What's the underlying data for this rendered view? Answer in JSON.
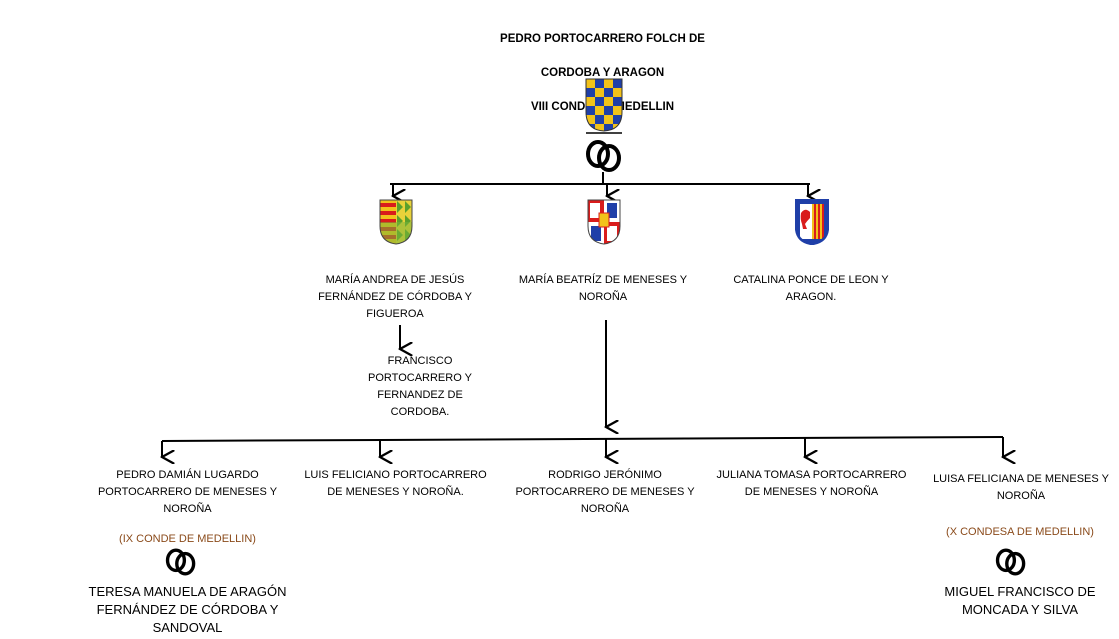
{
  "root": {
    "name_line1": "PEDRO PORTOCARRERO  FOLCH DE",
    "name_line2": "CORDOBA Y ARAGON",
    "title": "VIII CONDE DE MEDELLIN"
  },
  "daughters": [
    {
      "name": "MARÍA ANDREA DE JESÚS\nFERNÁNDEZ DE CÓRDOBA Y\nFIGUEROA"
    },
    {
      "name": "MARÍA BEATRÍZ DE MENESES  Y\nNOROÑA"
    },
    {
      "name": "CATALINA PONCE DE LEON Y\nARAGON."
    }
  ],
  "grandson": {
    "name": "FRANCISCO\nPORTOCARRERO Y\nFERNANDEZ DE\nCORDOBA."
  },
  "children": [
    {
      "name": "PEDRO DAMIÁN LUGARDO\nPORTOCARRERO DE MENESES  Y\nNOROÑA",
      "title": "(IX CONDE DE MEDELLIN)",
      "spouse": "TERESA MANUELA DE ARAGÓN\nFERNÁNDEZ DE CÓRDOBA Y\nSANDOVAL"
    },
    {
      "name": "LUIS FELICIANO PORTOCARRERO\nDE MENESES  Y NOROÑA."
    },
    {
      "name": "RODRIGO JERÓNIMO\nPORTOCARRERO DE MENESES  Y\nNOROÑA"
    },
    {
      "name": "JULIANA TOMASA  PORTOCARRERO\nDE MENESES  Y NOROÑA"
    },
    {
      "name": "LUISA FELICIANA DE MENESES  Y\nNOROÑA",
      "title": "(X CONDESA DE MEDELLIN)",
      "spouse": "MIGUEL FRANCISCO DE\nMONCADA Y SILVA"
    }
  ],
  "icons": {
    "root_coat": "checkered-coat-of-arms-icon",
    "marriage": "wedding-rings-icon",
    "coat1": "striped-coat-of-arms-icon",
    "coat2": "quartered-coat-of-arms-icon",
    "coat3": "lion-coat-of-arms-icon"
  },
  "colors": {
    "blue": "#1f3fa8",
    "gold": "#f2c21a",
    "red": "#d91c1c",
    "green": "#5aa02c",
    "title_brown": "#8a4a1a"
  }
}
